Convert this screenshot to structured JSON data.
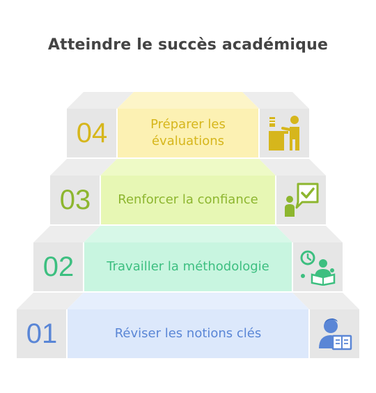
{
  "title": "Atteindre le succès académique",
  "steps": [
    {
      "number": "01",
      "label": "Réviser les notions clés",
      "icon": "student-reading-icon",
      "colors": {
        "fill": "#dce8fb",
        "top": "#e6effd",
        "text": "#5a86d6"
      }
    },
    {
      "number": "02",
      "label": "Travailler la méthodologie",
      "icon": "time-study-icon",
      "colors": {
        "fill": "#c8f5e0",
        "top": "#d7f8e8",
        "text": "#3dbf80"
      }
    },
    {
      "number": "03",
      "label": "Renforcer la confiance",
      "icon": "presentation-check-icon",
      "colors": {
        "fill": "#e7f7b4",
        "top": "#eefac6",
        "text": "#8db62f"
      }
    },
    {
      "number": "04",
      "label": "Préparer les évaluations",
      "icon": "exam-writing-icon",
      "colors": {
        "fill": "#fcf1b3",
        "top": "#fdf5c8",
        "text": "#d6b61c"
      }
    }
  ],
  "colors": {
    "side": "#e6e6e6",
    "sideTop": "#ededed",
    "title": "#444444"
  }
}
